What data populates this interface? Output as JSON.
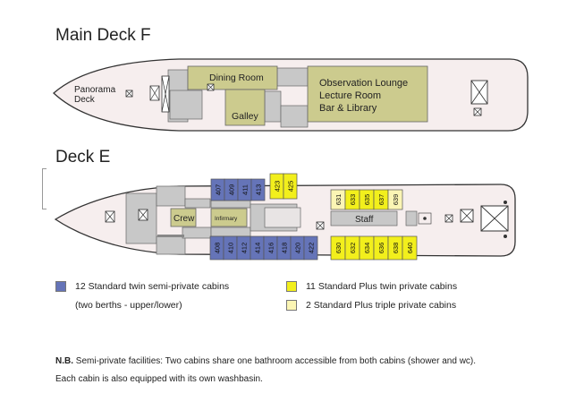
{
  "deck_f": {
    "title": "Main Deck F",
    "labels": {
      "panorama_1": "Panorama",
      "panorama_2": "Deck",
      "dining": "Dining Room",
      "galley": "Galley",
      "lounge_1": "Observation Lounge",
      "lounge_2": "Lecture Room",
      "lounge_3": "Bar & Library"
    }
  },
  "deck_e": {
    "title": "Deck E",
    "labels": {
      "crew": "Crew",
      "infirmary": "Infirmary",
      "staff": "Staff"
    },
    "semi_top": [
      "407",
      "409",
      "411",
      "413"
    ],
    "semi_bottom": [
      "408",
      "410",
      "412",
      "414",
      "416",
      "418",
      "420",
      "422"
    ],
    "plus_top_near": [
      "423",
      "425"
    ],
    "plus_top_aft": [
      "631",
      "633",
      "635",
      "637",
      "639"
    ],
    "plus_bottom": [
      "630",
      "632",
      "634",
      "636",
      "638",
      "640"
    ]
  },
  "legend": {
    "semi": "12 Standard twin semi-private cabins",
    "semi_sub": "(two berths - upper/lower)",
    "plus_twin": "11 Standard Plus twin private cabins",
    "plus_triple": "2 Standard Plus triple private cabins"
  },
  "colors": {
    "semi": "#6574b8",
    "plus_twin": "#f2ef1c",
    "plus_triple": "#fbf5b4",
    "public": "#cccb8e",
    "hull": "#f6eeee",
    "service": "#c4c4c4"
  },
  "notes": {
    "nb_label": "N.B.",
    "nb_text": "Semi-private facilities: Two cabins share one bathroom accessible from both cabins (shower and wc).",
    "washbasin": "Each cabin is also equipped with its own washbasin."
  }
}
